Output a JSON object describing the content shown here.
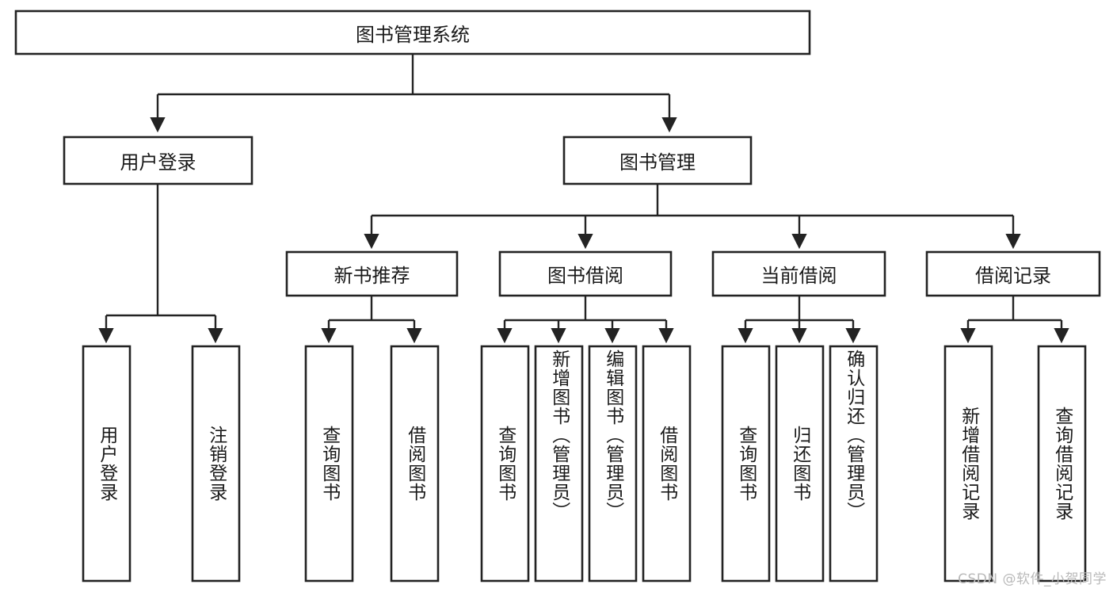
{
  "diagram": {
    "title_node": {
      "label": "图书管理系统"
    },
    "level2": [
      {
        "id": "user-login",
        "label": "用户登录"
      },
      {
        "id": "book-management",
        "label": "图书管理"
      }
    ],
    "level3": [
      {
        "id": "new-book-recommend",
        "label": "新书推荐"
      },
      {
        "id": "book-borrow",
        "label": "图书借阅"
      },
      {
        "id": "current-borrow",
        "label": "当前借阅"
      },
      {
        "id": "borrow-record",
        "label": "借阅记录"
      }
    ],
    "leaves": [
      {
        "id": "leaf-user-login",
        "label": "用户登录",
        "parent": "user-login"
      },
      {
        "id": "leaf-logout-login",
        "label": "注销登录",
        "parent": "user-login"
      },
      {
        "id": "leaf-query-book-1",
        "label": "查询图书",
        "parent": "new-book-recommend"
      },
      {
        "id": "leaf-borrow-book-1",
        "label": "借阅图书",
        "parent": "new-book-recommend"
      },
      {
        "id": "leaf-query-book-2",
        "label": "查询图书",
        "parent": "book-borrow"
      },
      {
        "id": "leaf-add-book",
        "label": "新增图书（管理员）",
        "parent": "book-borrow"
      },
      {
        "id": "leaf-edit-book",
        "label": "编辑图书（管理员）",
        "parent": "book-borrow"
      },
      {
        "id": "leaf-borrow-book-2",
        "label": "借阅图书",
        "parent": "book-borrow"
      },
      {
        "id": "leaf-query-book-3",
        "label": "查询图书",
        "parent": "current-borrow"
      },
      {
        "id": "leaf-return-book",
        "label": "归还图书",
        "parent": "current-borrow"
      },
      {
        "id": "leaf-confirm-return",
        "label": "确认归还（管理员）",
        "parent": "current-borrow"
      },
      {
        "id": "leaf-add-record",
        "label": "新增借阅记录",
        "parent": "borrow-record"
      },
      {
        "id": "leaf-query-record",
        "label": "查询借阅记录",
        "parent": "borrow-record"
      }
    ],
    "colors": {
      "stroke": "#232323",
      "fill": "#ffffff",
      "text": "#1a1a1a",
      "watermark": "#b9b9b9"
    }
  },
  "watermark": {
    "text": "CSDN @软件_小贺同学"
  }
}
